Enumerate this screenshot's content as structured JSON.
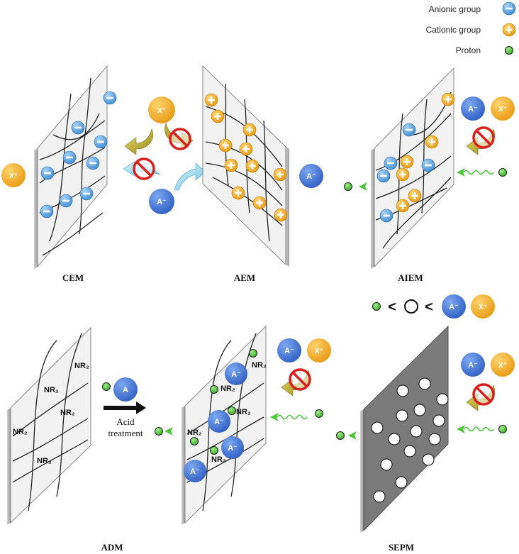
{
  "legend": {
    "anionic": "Anionic group",
    "cationic": "Cationic group",
    "proton": "Proton"
  },
  "captions": {
    "cem": "CEM",
    "aem": "AEM",
    "aiem": "AIEM",
    "adm": "ADM",
    "sepm": "SEPM"
  },
  "ions": {
    "cation": "X⁺",
    "anion": "A⁻",
    "acid": "A"
  },
  "labels": {
    "nr2": "NR₂",
    "acid_line1": "Acid",
    "acid_line2": "treatment",
    "less_than": "<"
  },
  "colors": {
    "anion_blue": "#3f74d6",
    "anionic_group": "#5ea3dd",
    "cation_orange": "#f1a726",
    "proton_green": "#5ccc44",
    "membrane_fill": "#f1f1f1",
    "sepm_fill": "#777777"
  }
}
